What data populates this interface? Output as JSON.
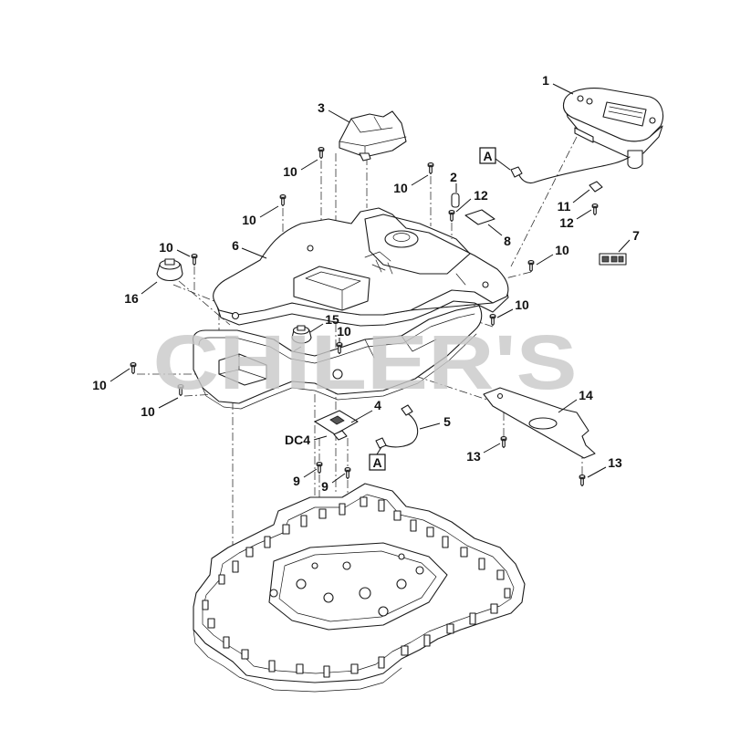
{
  "watermark": "CHILER'S",
  "colors": {
    "line": "#1a1a1a",
    "watermark": "#c8c8c8"
  },
  "callouts": {
    "part_1": "1",
    "part_3": "3",
    "screw_10_a": "10",
    "ref_a_top": "A",
    "part_2": "2",
    "screw_10_b": "10",
    "part_12_a": "12",
    "part_11": "11",
    "part_12_b": "12",
    "screw_10_c": "10",
    "part_8": "8",
    "part_7": "7",
    "screw_10_d": "10",
    "part_6": "6",
    "screw_10_e": "10",
    "part_16": "16",
    "screw_10_f": "10",
    "part_15": "15",
    "screw_10_g": "10",
    "screw_10_h": "10",
    "screw_10_i": "10",
    "part_14": "14",
    "part_4": "4",
    "part_5": "5",
    "dc4": "DC4",
    "part_13_a": "13",
    "ref_a_bottom": "A",
    "part_13_b": "13",
    "part_9_a": "9",
    "part_9_b": "9"
  }
}
